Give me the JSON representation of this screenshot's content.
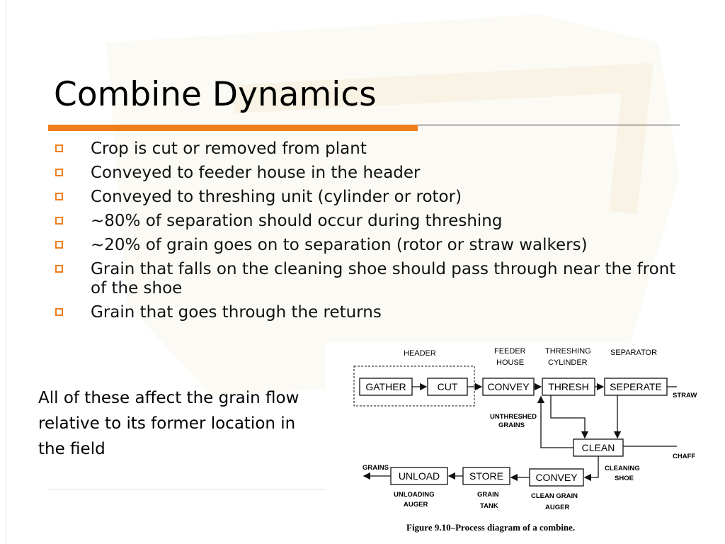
{
  "slide": {
    "title": "Combine Dynamics",
    "bullets": [
      "Crop is cut or removed from plant",
      "Conveyed to feeder house in the header",
      "Conveyed to threshing unit (cylinder or rotor)",
      "~80% of separation should occur during threshing",
      "~20% of grain goes on to separation (rotor or straw walkers)",
      "Grain that falls on the cleaning shoe should pass through near the front of the shoe",
      "Grain that goes through the returns"
    ],
    "note": "All of these affect the grain flow relative to its former location in the field",
    "accent_color": "#f07e1d"
  },
  "diagram": {
    "boxes": {
      "gather": "GATHER",
      "cut": "CUT",
      "convey_top": "CONVEY",
      "thresh": "THRESH",
      "separate": "SEPERATE",
      "clean": "CLEAN",
      "unload": "UNLOAD",
      "store": "STORE",
      "convey_bottom": "CONVEY"
    },
    "labels": {
      "header": "HEADER",
      "feeder_1": "FEEDER",
      "feeder_2": "HOUSE",
      "threshing_1": "THRESHING",
      "threshing_2": "CYLINDER",
      "separator": "SEPARATOR",
      "straw": "STRAW",
      "unthreshed_1": "UNTHRESHED",
      "unthreshed_2": "GRAINS",
      "chaff": "CHAFF",
      "grains": "GRAINS",
      "cleaning_1": "CLEANING",
      "cleaning_2": "SHOE",
      "unloading_1": "UNLOADING",
      "unloading_2": "AUGER",
      "grain_1": "GRAIN",
      "grain_2": "TANK",
      "cleangrain_1": "CLEAN GRAIN",
      "cleangrain_2": "AUGER"
    },
    "caption": "Figure 9.10–Process diagram of a combine."
  }
}
